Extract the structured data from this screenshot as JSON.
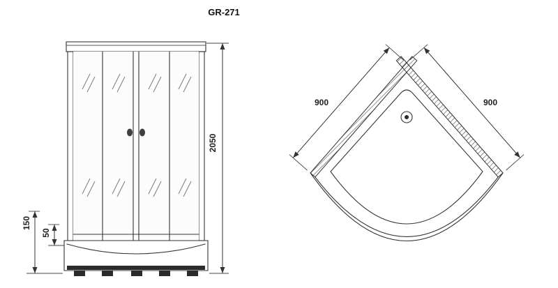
{
  "title": "GR-271",
  "colors": {
    "line": "#333333",
    "hatch": "#555555",
    "dark": "#2b2b2b",
    "handle": "#3f3f3f",
    "glass": "#fcfcfc"
  },
  "front_view": {
    "dimensions": {
      "overall_height": "2050",
      "tray_height": "150",
      "tray_rim": "50"
    }
  },
  "top_view": {
    "dimensions": {
      "left_side": "900",
      "right_side": "900"
    }
  }
}
